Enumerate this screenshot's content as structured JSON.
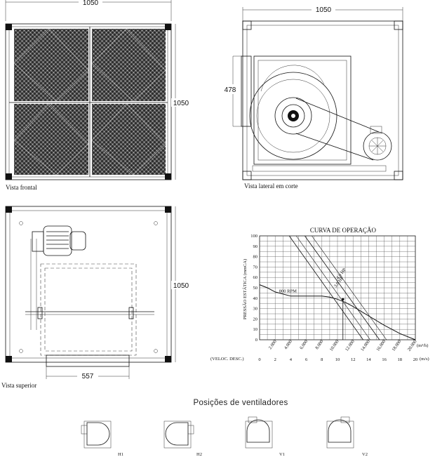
{
  "views": {
    "front": {
      "caption": "Vista frontal",
      "width_dim": "1050",
      "height_dim": "1050"
    },
    "side": {
      "caption": "Vista lateral em corte",
      "width_dim": "1050",
      "inner_dim": "478"
    },
    "top": {
      "caption": "Vista superior",
      "height_dim": "1050",
      "bottom_dim": "557"
    }
  },
  "positions": {
    "title": "Posições de ventiladores",
    "items": [
      "H1",
      "H2",
      "V1",
      "V2"
    ]
  },
  "chart_data": {
    "type": "line",
    "title": "CURVA DE OPERAÇÃO",
    "ylabel": "PRESSÃO ESTÁTICA (mmCA)",
    "xlabel": "(m³/h)",
    "ylim": [
      0,
      100
    ],
    "xlim": [
      0,
      20000
    ],
    "x_ticks": [
      "2.000",
      "4.000",
      "6.000",
      "8.000",
      "10.000",
      "12.000",
      "14.000",
      "16.000",
      "18.000",
      "20.000"
    ],
    "y_ticks": [
      "0",
      "10",
      "20",
      "30",
      "40",
      "50",
      "60",
      "70",
      "80",
      "90",
      "100"
    ],
    "velocity_axis": {
      "label": "(VELOC. DESC.)",
      "unit": "(m/s)",
      "ticks": [
        "0",
        "2",
        "4",
        "6",
        "8",
        "10",
        "12",
        "14",
        "16",
        "18",
        "20"
      ]
    },
    "series": [
      {
        "name": "800 RPM",
        "x": [
          0,
          1000,
          2000,
          4000,
          6000,
          8000,
          9000,
          10000,
          11000,
          12000,
          14000,
          16000,
          18000,
          20000
        ],
        "y": [
          53,
          50,
          46,
          42,
          42,
          42,
          41,
          39,
          36,
          32,
          23,
          14,
          6,
          0
        ]
      },
      {
        "name": "4,0 HP",
        "x": [
          3800,
          13300
        ],
        "y": [
          100,
          0
        ]
      },
      {
        "name": "3,0 HP",
        "x": [
          5800,
          15400
        ],
        "y": [
          100,
          0
        ]
      }
    ],
    "operating_point": {
      "x": 10700,
      "y": 39
    }
  }
}
